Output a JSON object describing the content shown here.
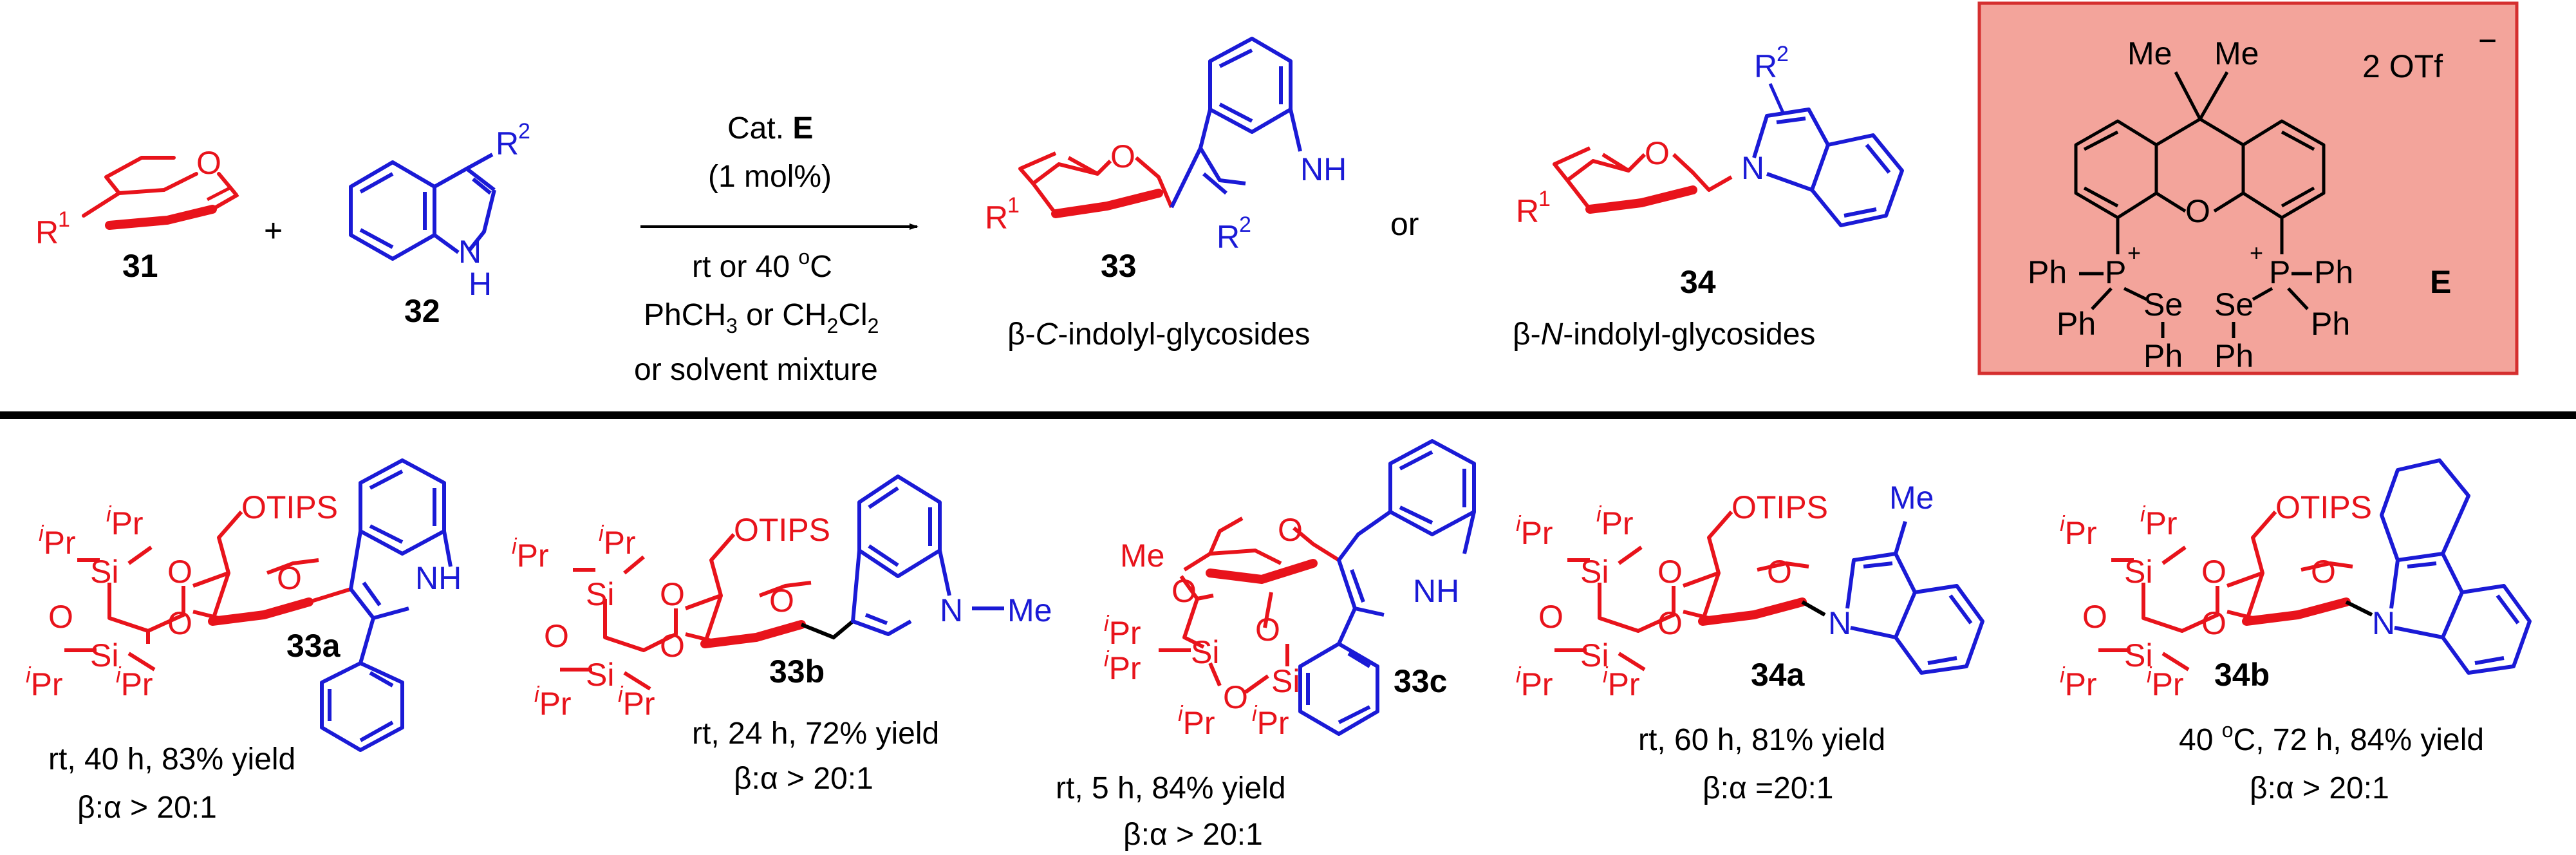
{
  "colors": {
    "glycal": "#e8131b",
    "indole": "#1a1ad6",
    "catalyst_box_fill": "#f3a49b",
    "catalyst_box_border": "#d52f2f",
    "text": "#000000"
  },
  "top_scheme": {
    "reactant1": {
      "number": "31",
      "substituent": "R",
      "sup": "1",
      "ring_atom": "O"
    },
    "plus": "+",
    "reactant2": {
      "number": "32",
      "substituent": "R",
      "sup": "2",
      "nh_n": "N",
      "nh_h": "H"
    },
    "arrow": {
      "above_line1_prefix": "Cat. ",
      "above_line1_bold": "E",
      "above_line2": "(1 mol%)",
      "below_line1_a": "rt or 40 ",
      "below_line1_sup": "o",
      "below_line1_b": "C",
      "below_line2_a": "PhCH",
      "below_line2_sub1": "3",
      "below_line2_b": " or CH",
      "below_line2_sub2": "2",
      "below_line2_c": "Cl",
      "below_line2_sub3": "2",
      "below_line3": "or solvent mixture"
    },
    "product33": {
      "number": "33",
      "caption_prefix": "β-",
      "caption_italic": "C",
      "caption_suffix": "-indolyl-glycosides",
      "nh": "NH",
      "r1": "R",
      "r1_sup": "1",
      "r2": "R",
      "r2_sup": "2",
      "ring_atom": "O"
    },
    "or_text": "or",
    "product34": {
      "number": "34",
      "caption_prefix": "β-",
      "caption_italic": "N",
      "caption_suffix": "-indolyl-glycosides",
      "n": "N",
      "r1": "R",
      "r1_sup": "1",
      "r2": "R",
      "r2_sup": "2",
      "ring_atom": "O"
    },
    "catalyst": {
      "me1": "Me",
      "me2": "Me",
      "counterion": "2 OTf",
      "counterion_charge": "−",
      "ring_o": "O",
      "p_left": "P",
      "p_right": "P",
      "plus": "+",
      "ph_labels": [
        "Ph",
        "Ph",
        "Ph",
        "Ph",
        "Ph",
        "Ph"
      ],
      "se_left": "Se",
      "se_right": "Se",
      "label": "E"
    }
  },
  "examples": [
    {
      "id": "33a",
      "conditions": "rt, 40 h, 83% yield",
      "selectivity": "β:α > 20:1",
      "otips": "OTIPS",
      "nh": "NH",
      "ipr_i": "i",
      "ipr_pr": "Pr",
      "si": "Si",
      "o": "O"
    },
    {
      "id": "33b",
      "conditions": "rt, 24 h, 72% yield",
      "selectivity": "β:α > 20:1",
      "otips": "OTIPS",
      "n": "N",
      "n_me": "Me",
      "ipr_i": "i",
      "ipr_pr": "Pr",
      "si": "Si",
      "o": "O"
    },
    {
      "id": "33c",
      "conditions": "rt, 5 h, 84% yield",
      "selectivity": "β:α > 20:1",
      "me": "Me",
      "nh": "NH",
      "ipr_i": "i",
      "ipr_pr": "Pr",
      "si": "Si",
      "o": "O"
    },
    {
      "id": "34a",
      "conditions": "rt, 60 h, 81% yield",
      "selectivity": "β:α =20:1",
      "otips": "OTIPS",
      "n": "N",
      "me": "Me",
      "ipr_i": "i",
      "ipr_pr": "Pr",
      "si": "Si",
      "o": "O"
    },
    {
      "id": "34b",
      "conditions_a": "40 ",
      "conditions_sup": "o",
      "conditions_b": "C, 72 h, 84% yield",
      "selectivity": "β:α > 20:1",
      "otips": "OTIPS",
      "n": "N",
      "ipr_i": "i",
      "ipr_pr": "Pr",
      "si": "Si",
      "o": "O"
    }
  ]
}
